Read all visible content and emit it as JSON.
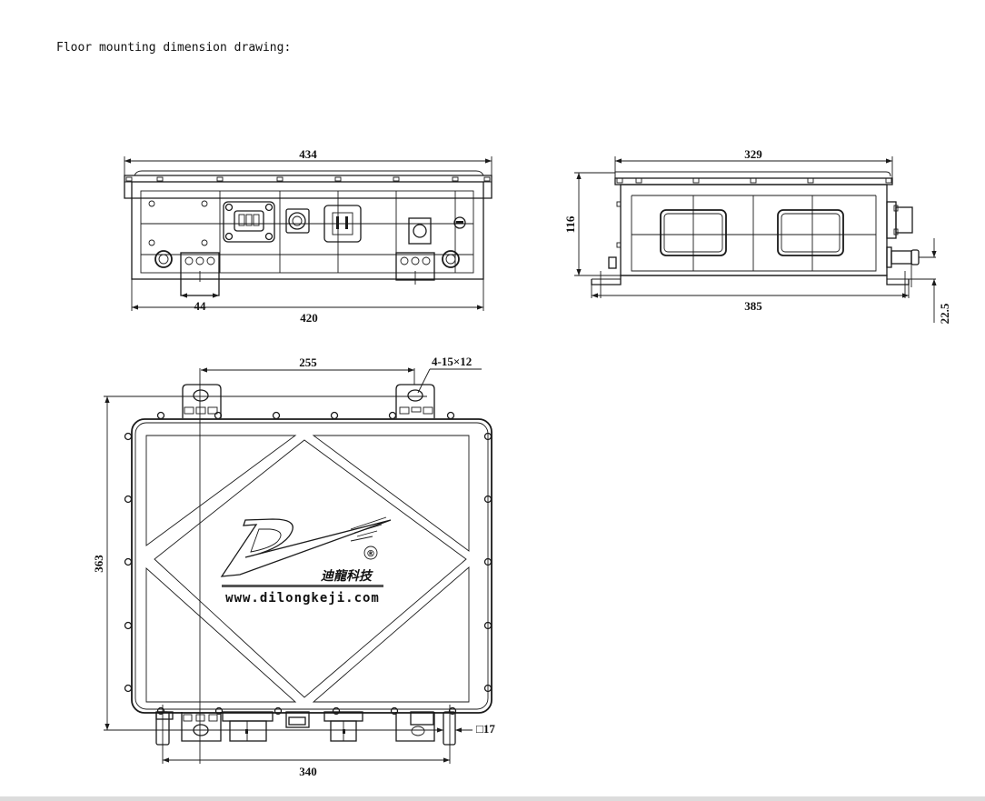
{
  "caption": "Floor mounting dimension drawing:",
  "front_view": {
    "dimensions": {
      "overall_width": "434",
      "base_width": "420",
      "bracket_width": "44"
    }
  },
  "side_view": {
    "dimensions": {
      "top_width": "329",
      "height": "116",
      "base_length": "385",
      "flange_offset": "22.5"
    }
  },
  "top_view": {
    "dimensions": {
      "hole_spacing": "255",
      "hole_callout": "4-15×12",
      "overall_depth": "363",
      "bottom_hole_spacing": "340",
      "pipe_size": "□17"
    },
    "logo": {
      "company_cn": "迪龍科技",
      "registered_mark": "®",
      "url": "www.dilongkeji.com"
    }
  },
  "colors": {
    "line": "#1a1a1a",
    "background": "#ffffff",
    "bottom_bar": "#dcdcdc"
  }
}
